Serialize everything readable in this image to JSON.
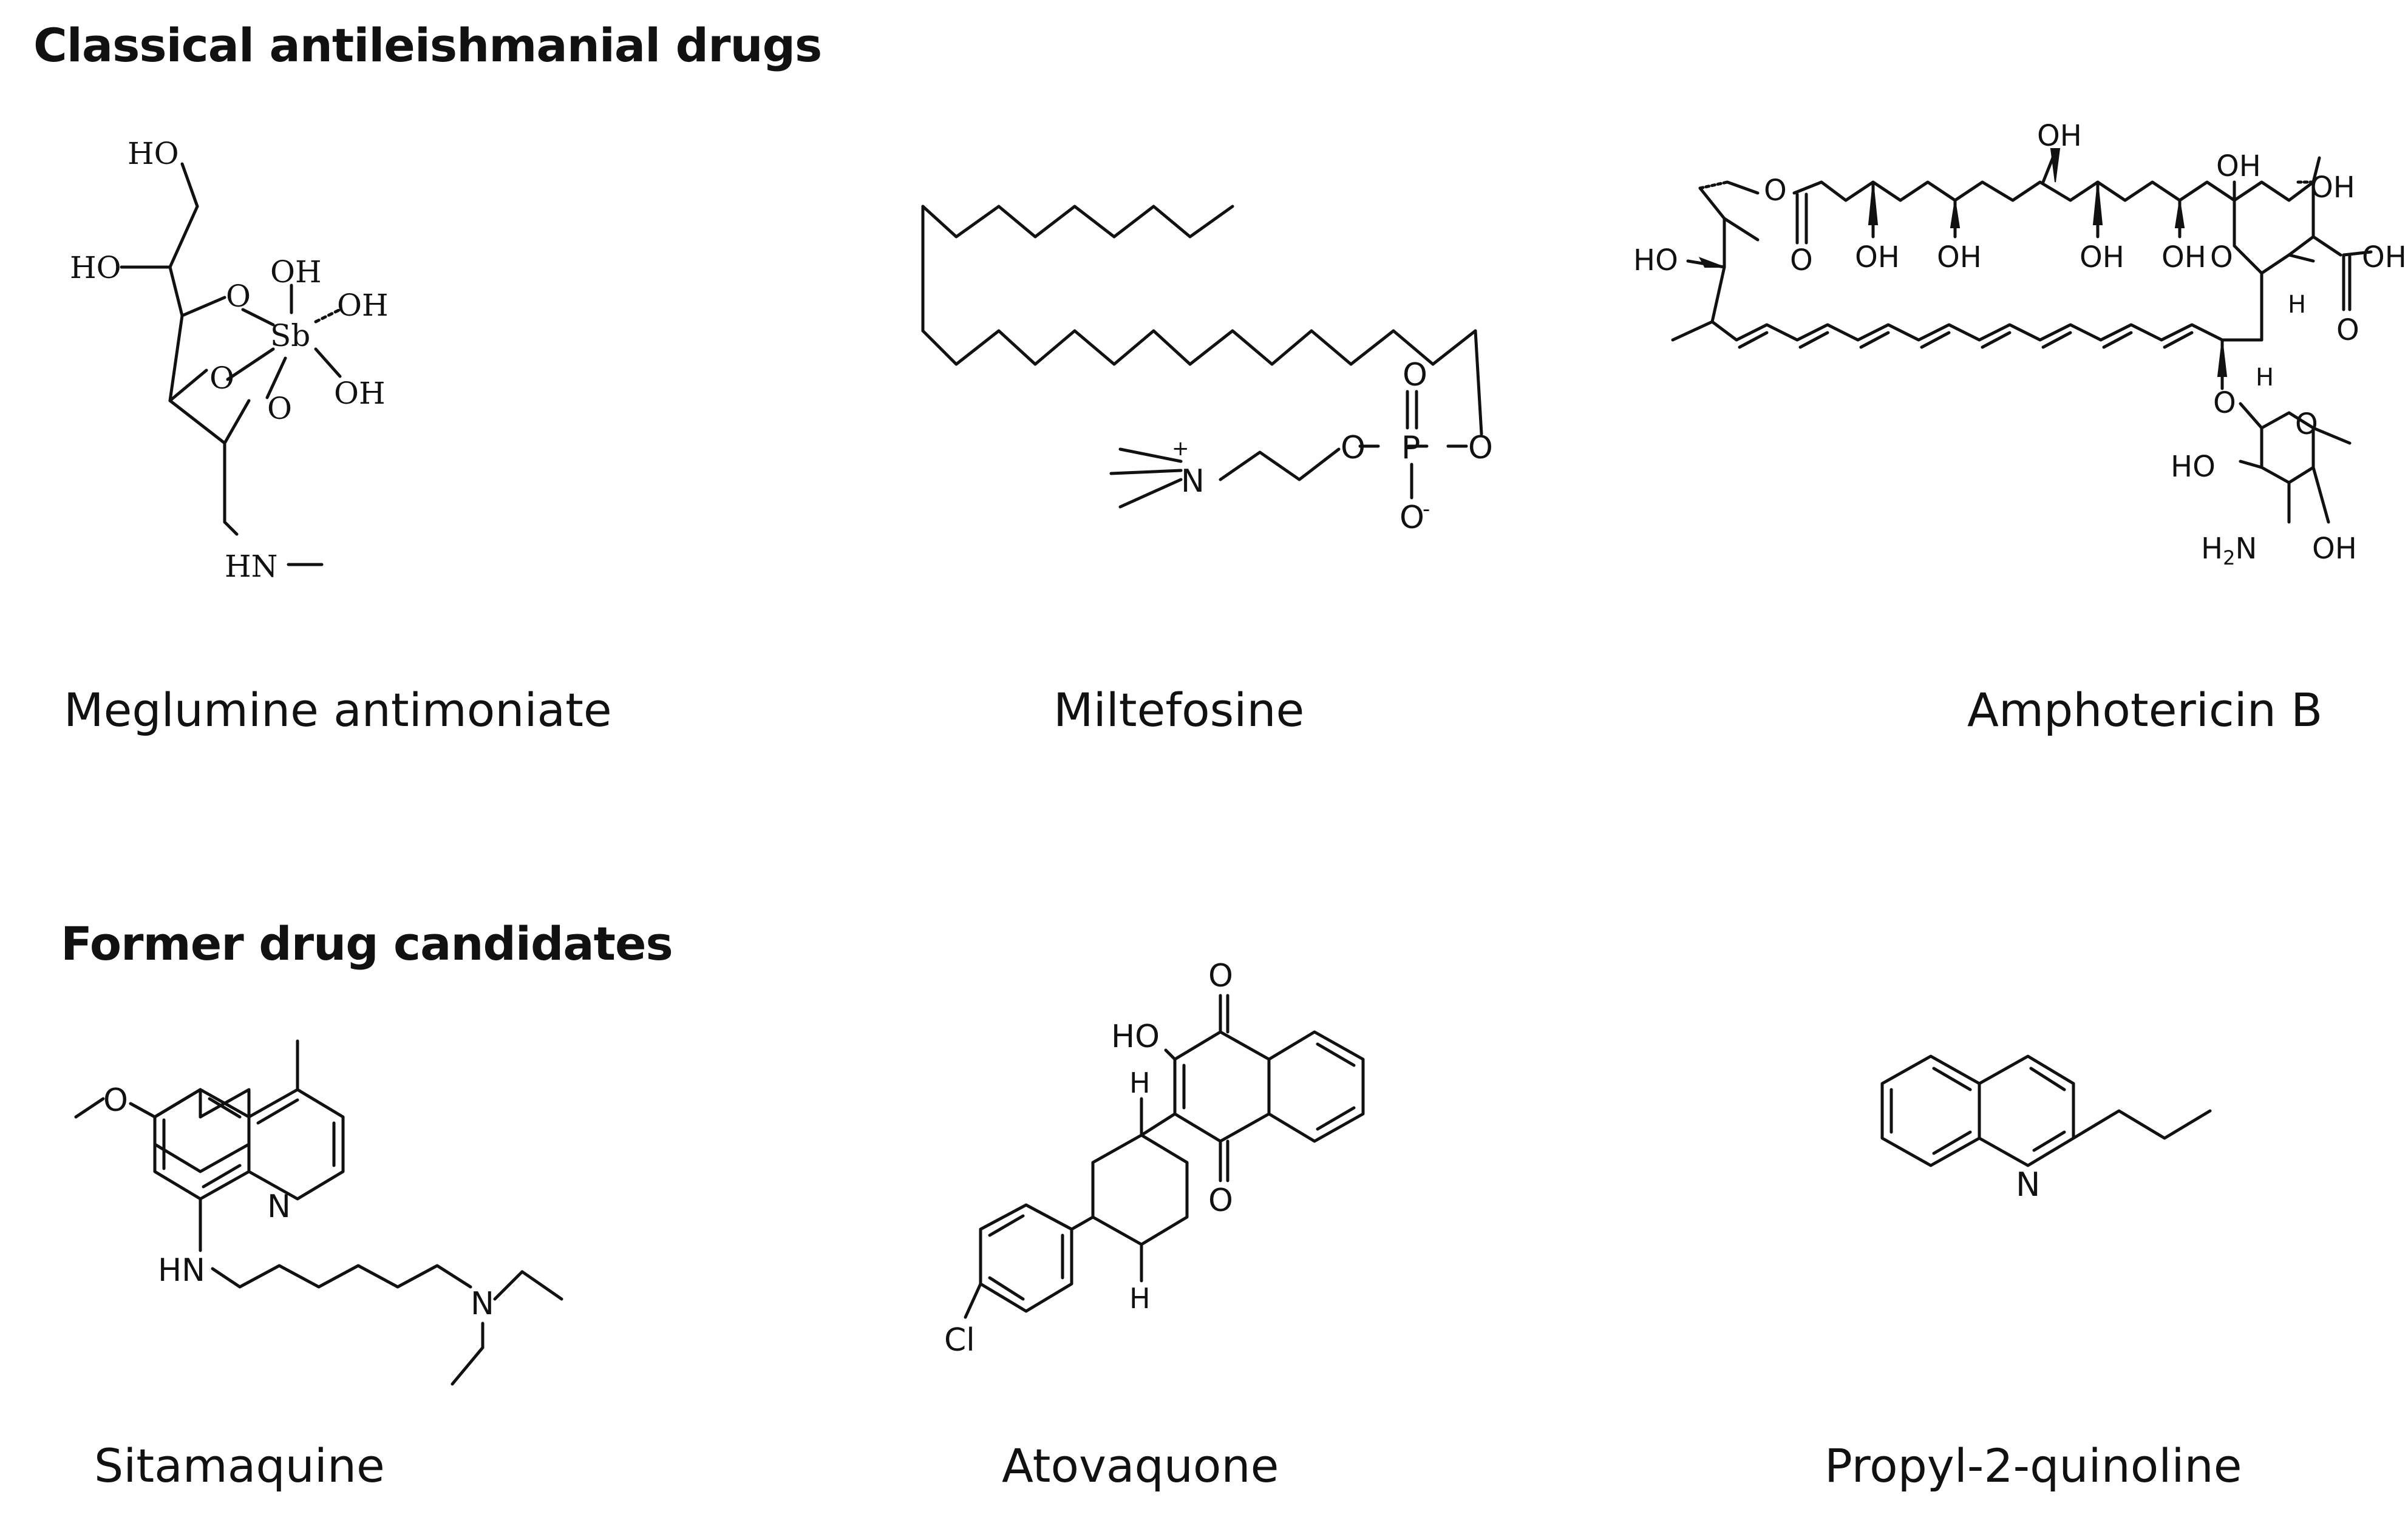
{
  "sections": {
    "classical": {
      "heading": "Classical antileishmanial drugs"
    },
    "former": {
      "heading": "Former drug candidates"
    }
  },
  "drugs": {
    "meglumine": {
      "name": "Meglumine antimoniate",
      "atoms": {
        "ho1": "HO",
        "ho2": "HO",
        "oh1": "OH",
        "oh2": "OH",
        "oh3": "OH",
        "sb": "Sb",
        "o1": "O",
        "o2": "O",
        "o3": "O",
        "hn": "HN"
      }
    },
    "miltefosine": {
      "name": "Miltefosine",
      "atoms": {
        "n": "N",
        "plus": "+",
        "o1": "O",
        "o2": "O",
        "p": "P",
        "o3": "O",
        "o4": "O",
        "ominus": "-"
      }
    },
    "amphotericin": {
      "name": "Amphotericin B",
      "atoms": {
        "o_ester": "O",
        "o_carbonyl": "O",
        "ho_left": "HO",
        "oh1": "OH",
        "oh2": "OH",
        "oh3": "OH",
        "oh4": "OH",
        "oh5": "OH",
        "oh6": "OH",
        "oh7": "OH",
        "o_ring": "O",
        "oh_acid": "OH",
        "o_acid": "O",
        "h1": "H",
        "o_glyc": "O",
        "h2": "H",
        "o_sugar": "O",
        "ho_sugar": "HO",
        "h2n": "H",
        "n_sub": "2",
        "n": "N",
        "oh_sugar": "OH"
      }
    },
    "sitamaquine": {
      "name": "Sitamaquine",
      "atoms": {
        "o": "O",
        "n_ring": "N",
        "hn": "HN",
        "n_amine": "N"
      }
    },
    "atovaquone": {
      "name": "Atovaquone",
      "atoms": {
        "o_top": "O",
        "ho": "HO",
        "o_bottom": "O",
        "h_top": "H",
        "h_bottom": "H",
        "cl": "Cl"
      }
    },
    "propylquinoline": {
      "name": "Propyl-2-quinoline",
      "atoms": {
        "n": "N"
      }
    }
  },
  "colors": {
    "text": "#111111",
    "background": "#ffffff"
  }
}
